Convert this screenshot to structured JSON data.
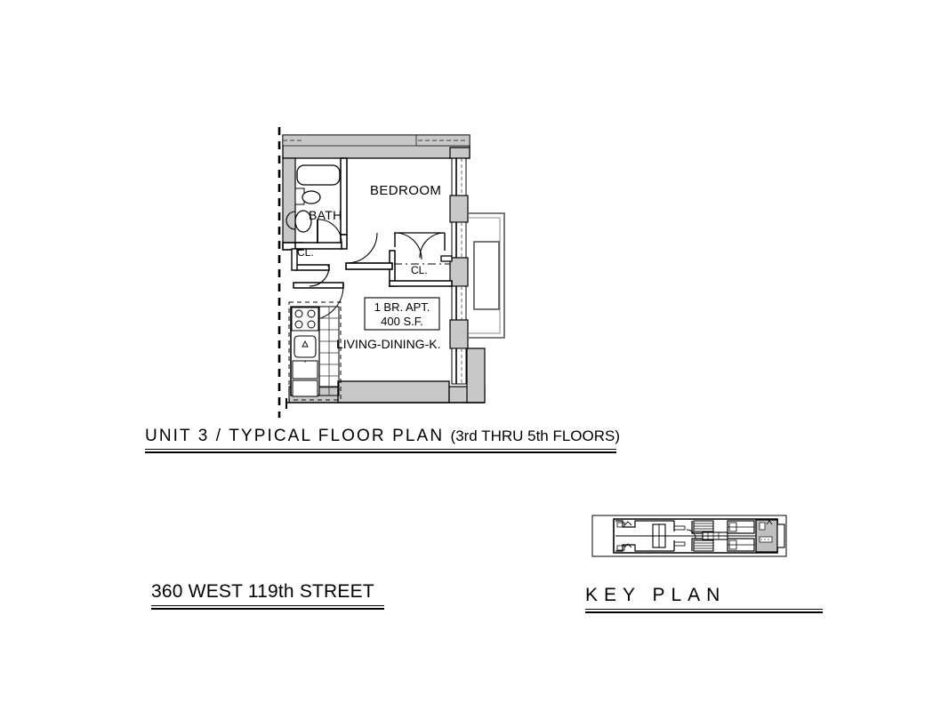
{
  "sheet": {
    "background_color": "#ffffff",
    "line_color": "#000000",
    "wall_fill_color": "#c8c8c8",
    "wall_outline_color": "#000000"
  },
  "floor_plan": {
    "room_labels": [
      {
        "id": "bedroom",
        "text": "BEDROOM"
      },
      {
        "id": "bath",
        "text": "BATH"
      },
      {
        "id": "closet-bath",
        "text": "CL."
      },
      {
        "id": "closet-hall",
        "text": "CL."
      },
      {
        "id": "living-dining-kitchen",
        "text": "LIVING-DINING-K."
      }
    ],
    "area_tag": {
      "line1": "1 BR. APT.",
      "line2": "400 S.F."
    },
    "fixtures": [
      "bathtub",
      "lavatory-sink",
      "water-closet",
      "kitchen-range",
      "kitchen-sink",
      "kitchen-counter",
      "upper-cabinets",
      "refrigerator",
      "fire-escape"
    ]
  },
  "titles": {
    "unit_title_main": "UNIT 3 /  TYPICAL FLOOR PLAN ",
    "unit_title_paren": "(3rd THRU 5th FLOORS)",
    "address": "360 WEST 119th STREET",
    "key_plan": "KEY PLAN"
  },
  "key_plan": {
    "caption": "KEY PLAN",
    "highlighted_unit_fill": "#bfbfbf"
  }
}
